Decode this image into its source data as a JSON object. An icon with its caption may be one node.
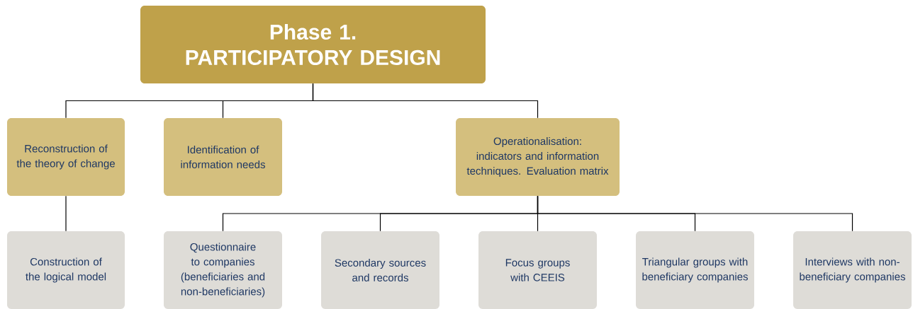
{
  "diagram": {
    "nodes": [
      {
        "text": [
          "Phase 1. PARTICIPATORY DESIGN"
        ]
      },
      {
        "text": [
          "Reconstruction of the theory of change"
        ]
      },
      {
        "text": [
          "Identification of information needs"
        ]
      },
      {
        "text": [
          "Operationalisation: indicators and information techniques. Evaluation matrix"
        ]
      },
      {
        "text": [
          "Construction of the logical model"
        ]
      },
      {
        "text": [
          "Questionnaire to companies (beneficiaries and non-beneficiaries)"
        ]
      },
      {
        "text": [
          "Secondary sources and records"
        ]
      },
      {
        "text": [
          "Focus groups with CEEIS"
        ]
      },
      {
        "text": [
          "Triangular groups with beneficiary companies"
        ]
      },
      {
        "text": [
          "Interviews with non-beneficiary companies"
        ]
      }
    ],
    "edges": [
      {
        "from": 0,
        "to": 1,
        "arrow": "none"
      },
      {
        "from": 0,
        "to": 2,
        "arrow": "none"
      },
      {
        "from": 0,
        "to": 3,
        "arrow": "none"
      },
      {
        "from": 1,
        "to": 4,
        "arrow": "none"
      },
      {
        "from": 3,
        "to": 5,
        "arrow": "none"
      },
      {
        "from": 3,
        "to": 6,
        "arrow": "none"
      },
      {
        "from": 3,
        "to": 7,
        "arrow": "none"
      },
      {
        "from": 3,
        "to": 8,
        "arrow": "none"
      },
      {
        "from": 3,
        "to": 9,
        "arrow": "none"
      }
    ]
  }
}
